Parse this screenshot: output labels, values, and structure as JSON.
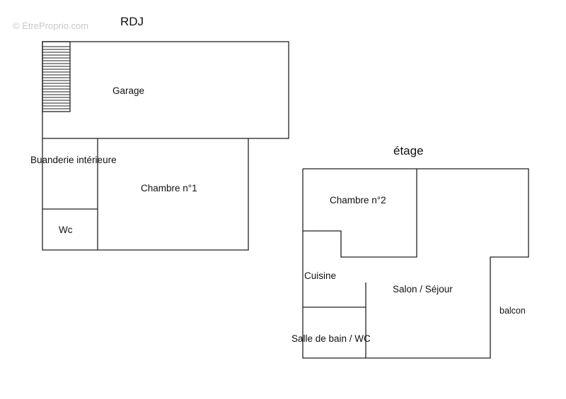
{
  "watermark": "© EtreProprio.com",
  "ground_floor": {
    "title": "RDJ",
    "rooms": {
      "garage": "Garage",
      "laundry": "Buanderie intérieure",
      "bedroom1": "Chambre n°1",
      "wc": "Wc"
    }
  },
  "upper_floor": {
    "title": "étage",
    "rooms": {
      "bedroom2": "Chambre n°2",
      "kitchen": "Cuisine",
      "living": "Salon / Séjour",
      "bathroom": "Salle de bain / WC",
      "balcony": "balcon"
    }
  },
  "colors": {
    "walls": "#222222",
    "text": "#111111",
    "background": "#ffffff"
  }
}
